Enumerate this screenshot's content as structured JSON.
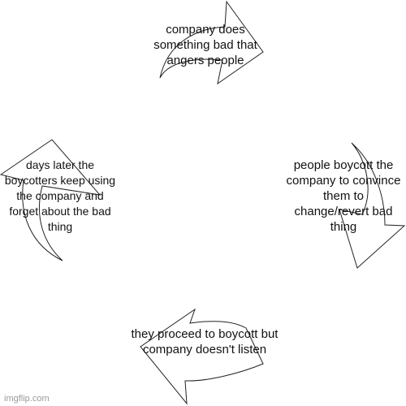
{
  "cycle": {
    "steps": [
      {
        "id": "top",
        "text": "company does something bad that angers people"
      },
      {
        "id": "right",
        "text": "people boycott the company to convince them to change/revert bad thing"
      },
      {
        "id": "bottom",
        "text": "they proceed to boycott but company doesn't listen"
      },
      {
        "id": "left",
        "text": "days later the boycotters keep using the company and forget about the bad thing"
      }
    ]
  },
  "watermark": "imgflip.com"
}
